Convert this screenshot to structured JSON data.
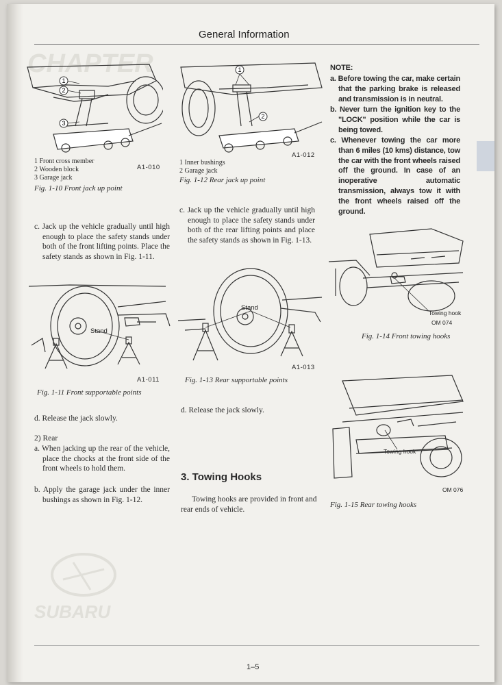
{
  "header": {
    "title": "General Information"
  },
  "watermarks": {
    "chapter": "CHAPTER",
    "brand": "SUBARU"
  },
  "fig10": {
    "callouts": [
      "1",
      "2",
      "3"
    ],
    "legend": [
      "1  Front cross member",
      "2  Wooden block",
      "3  Garage jack"
    ],
    "code": "A1-010",
    "caption": "Fig. 1-10  Front jack up point"
  },
  "fig12": {
    "callouts": [
      "1",
      "2"
    ],
    "legend": [
      "1  Inner bushings",
      "2  Garage jack"
    ],
    "code": "A1-012",
    "caption": "Fig. 1-12  Rear jack up point"
  },
  "note": {
    "title": "NOTE:",
    "items": [
      "a. Before towing the car, make certain that the parking brake is released and transmission is in neutral.",
      "b. Never turn the ignition key to the \"LOCK\" position while the car is being towed.",
      "c. Whenever towing the car more than 6 miles (10 kms) distance, tow the car with the front wheels raised off the ground. In case of an inoperative automatic transmission, always tow it with the front wheels raised off the ground."
    ]
  },
  "left": {
    "step_c": "c. Jack up the vehicle gradually until high enough to place the safety stands under both of the front lifting points. Place the safety stands as shown in Fig. 1-11.",
    "step_d": "d. Release the jack slowly.",
    "rear_heading": "2)   Rear",
    "rear_a": "a. When jacking up the rear of the vehicle, place the chocks at the front side of the front wheels to hold them.",
    "rear_b": "b. Apply the garage jack under the inner bushings as shown in Fig. 1-12."
  },
  "fig11": {
    "stand_label": "Stand",
    "code": "A1-011",
    "caption": "Fig. 1-11  Front supportable points"
  },
  "middle": {
    "step_c": "c. Jack up the vehicle gradually until high enough to place the safety stands under both of the rear lifting points and place the safety stands as shown in Fig. 1-13.",
    "step_d": "d. Release the jack slowly.",
    "section_title": "3.  Towing Hooks",
    "section_text": "Towing hooks are provided in front and rear ends of vehicle."
  },
  "fig13": {
    "stand_label": "Stand",
    "code": "A1-013",
    "caption": "Fig. 1-13  Rear supportable points"
  },
  "fig14": {
    "hook_label": "Towing hook",
    "code": "OM 074",
    "caption": "Fig. 1-14  Front towing hooks"
  },
  "fig15": {
    "hook_label": "Towing hook",
    "code": "OM 076",
    "caption": "Fig. 1-15  Rear towing hooks"
  },
  "footer": {
    "page": "1–5"
  }
}
